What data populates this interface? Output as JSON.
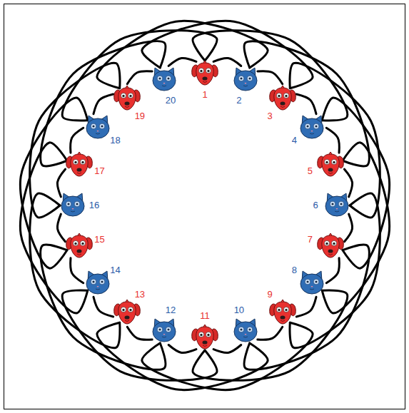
{
  "diagram": {
    "nodes": [
      {
        "text": [
          "1"
        ]
      },
      {
        "text": [
          "2"
        ]
      },
      {
        "text": [
          "3"
        ]
      },
      {
        "text": [
          "4"
        ]
      },
      {
        "text": [
          "5"
        ]
      },
      {
        "text": [
          "6"
        ]
      },
      {
        "text": [
          "7"
        ]
      },
      {
        "text": [
          "8"
        ]
      },
      {
        "text": [
          "9"
        ]
      },
      {
        "text": [
          "10"
        ]
      },
      {
        "text": [
          "11"
        ]
      },
      {
        "text": [
          "12"
        ]
      },
      {
        "text": [
          "13"
        ]
      },
      {
        "text": [
          "14"
        ]
      },
      {
        "text": [
          "15"
        ]
      },
      {
        "text": [
          "16"
        ]
      },
      {
        "text": [
          "17"
        ]
      },
      {
        "text": [
          "18"
        ]
      },
      {
        "text": [
          "19"
        ]
      },
      {
        "text": [
          "20"
        ]
      }
    ],
    "edges": [
      {
        "from": 0,
        "to": 1,
        "arrow": "none"
      },
      {
        "from": 1,
        "to": 2,
        "arrow": "none"
      },
      {
        "from": 2,
        "to": 3,
        "arrow": "none"
      },
      {
        "from": 3,
        "to": 4,
        "arrow": "none"
      },
      {
        "from": 4,
        "to": 5,
        "arrow": "none"
      },
      {
        "from": 5,
        "to": 6,
        "arrow": "none"
      },
      {
        "from": 6,
        "to": 7,
        "arrow": "none"
      },
      {
        "from": 7,
        "to": 8,
        "arrow": "none"
      },
      {
        "from": 8,
        "to": 9,
        "arrow": "none"
      },
      {
        "from": 9,
        "to": 10,
        "arrow": "none"
      },
      {
        "from": 10,
        "to": 11,
        "arrow": "none"
      },
      {
        "from": 11,
        "to": 12,
        "arrow": "none"
      },
      {
        "from": 12,
        "to": 13,
        "arrow": "none"
      },
      {
        "from": 13,
        "to": 14,
        "arrow": "none"
      },
      {
        "from": 14,
        "to": 15,
        "arrow": "none"
      },
      {
        "from": 15,
        "to": 16,
        "arrow": "none"
      },
      {
        "from": 16,
        "to": 17,
        "arrow": "none"
      },
      {
        "from": 17,
        "to": 18,
        "arrow": "none"
      },
      {
        "from": 18,
        "to": 19,
        "arrow": "none"
      },
      {
        "from": 19,
        "to": 0,
        "arrow": "none"
      },
      {
        "from": 0,
        "to": 3,
        "arrow": "none"
      },
      {
        "from": 1,
        "to": 4,
        "arrow": "none"
      },
      {
        "from": 2,
        "to": 5,
        "arrow": "none"
      },
      {
        "from": 3,
        "to": 6,
        "arrow": "none"
      },
      {
        "from": 4,
        "to": 7,
        "arrow": "none"
      },
      {
        "from": 5,
        "to": 8,
        "arrow": "none"
      },
      {
        "from": 6,
        "to": 9,
        "arrow": "none"
      },
      {
        "from": 7,
        "to": 10,
        "arrow": "none"
      },
      {
        "from": 8,
        "to": 11,
        "arrow": "none"
      },
      {
        "from": 9,
        "to": 12,
        "arrow": "none"
      },
      {
        "from": 10,
        "to": 13,
        "arrow": "none"
      },
      {
        "from": 11,
        "to": 14,
        "arrow": "none"
      },
      {
        "from": 12,
        "to": 15,
        "arrow": "none"
      },
      {
        "from": 13,
        "to": 16,
        "arrow": "none"
      },
      {
        "from": 14,
        "to": 17,
        "arrow": "none"
      },
      {
        "from": 15,
        "to": 18,
        "arrow": "none"
      },
      {
        "from": 16,
        "to": 19,
        "arrow": "none"
      },
      {
        "from": 17,
        "to": 0,
        "arrow": "none"
      },
      {
        "from": 18,
        "to": 1,
        "arrow": "none"
      },
      {
        "from": 19,
        "to": 2,
        "arrow": "none"
      }
    ]
  }
}
